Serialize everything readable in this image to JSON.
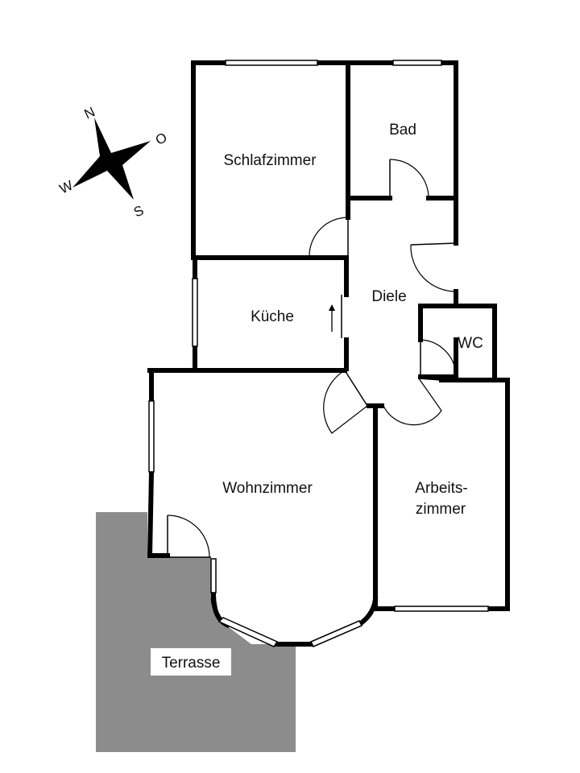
{
  "compass": {
    "north": "N",
    "east": "O",
    "south": "S",
    "west": "W"
  },
  "rooms": {
    "schlafzimmer": "Schlafzimmer",
    "bad": "Bad",
    "diele": "Diele",
    "kueche": "Küche",
    "wc": "WC",
    "wohnzimmer": "Wohnzimmer",
    "arbeitszimmer_line1": "Arbeits-",
    "arbeitszimmer_line2": "zimmer",
    "terrasse": "Terrasse"
  },
  "colors": {
    "wall": "#000000",
    "terrace": "#8c8c8c",
    "background": "#ffffff"
  }
}
